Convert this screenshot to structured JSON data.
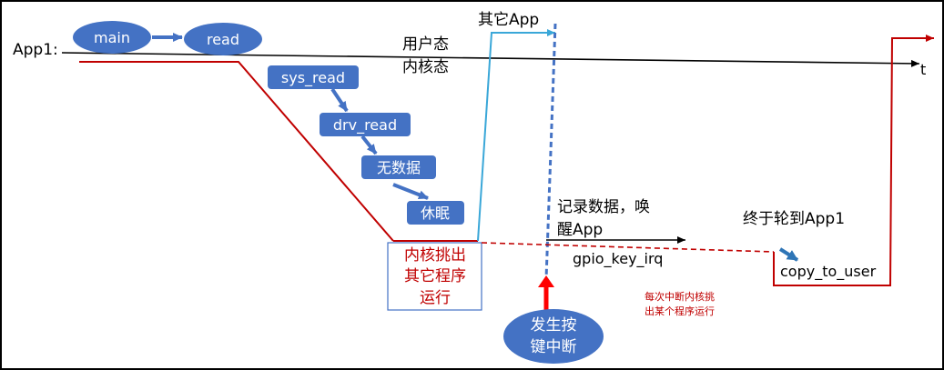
{
  "app_label": "App1:",
  "axis_end_label": "t",
  "ellipses": {
    "main": "main",
    "read": "read"
  },
  "flow_boxes": {
    "sys_read": "sys_read",
    "drv_read": "drv_read",
    "no_data": "无数据",
    "sleep": "休眠"
  },
  "mode_labels": {
    "user": "用户态",
    "kernel": "内核态"
  },
  "other_app": "其它App",
  "scheduler_box": [
    "内核挑出",
    "其它程序",
    "运行"
  ],
  "record_wake": [
    "记录数据，唤",
    "醒App"
  ],
  "gpio_label": "gpio_key_irq",
  "finally_label": "终于轮到App1",
  "copy_label": "copy_to_user",
  "interrupt_note": [
    "每次中断内核挑",
    "出某个程序运行"
  ],
  "key_interrupt": [
    "发生按",
    "键中断"
  ],
  "colors": {
    "blue_fill": "#4472c4",
    "red": "#c00000",
    "light_blue": "#3aa7d8",
    "dark_blue_arrow": "#2e75b6"
  }
}
